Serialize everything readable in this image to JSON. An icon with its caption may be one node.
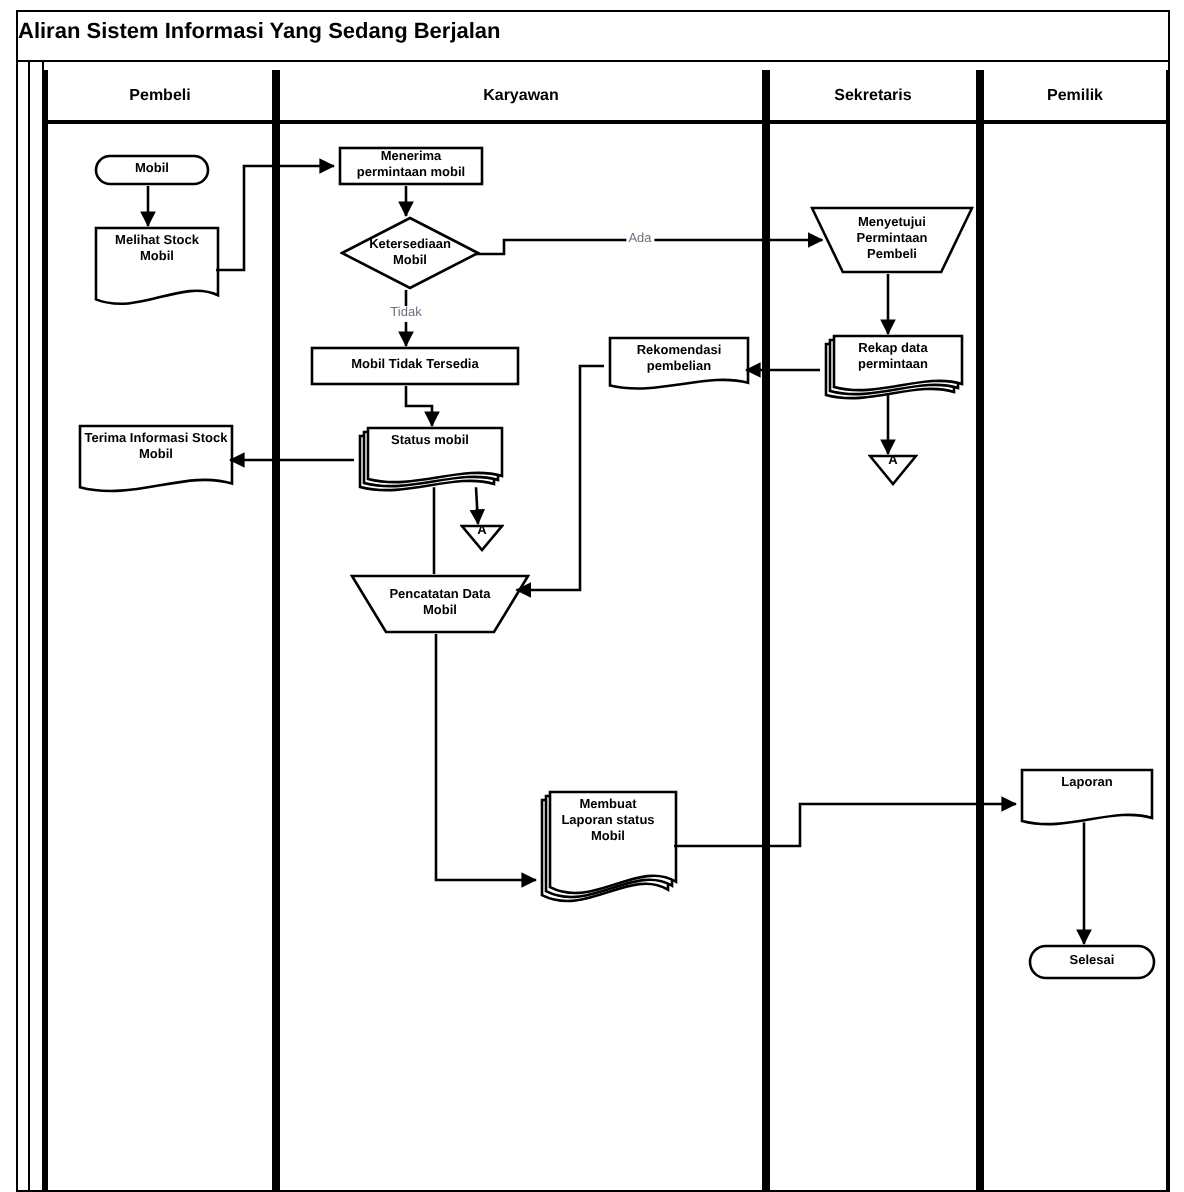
{
  "diagram": {
    "title": "Aliran Sistem Informasi Yang Sedang Berjalan",
    "nodes": [
      {
        "text": [
          "Pembeli"
        ]
      },
      {
        "text": [
          "Karyawan"
        ]
      },
      {
        "text": [
          "Sekretaris"
        ]
      },
      {
        "text": [
          "Pemilik"
        ]
      },
      {
        "text": [
          "Mobil"
        ],
        "in": 0
      },
      {
        "text": [
          "Melihat Stock Mobil"
        ],
        "in": 0
      },
      {
        "text": [
          "Terima Informasi Stock Mobil"
        ],
        "in": 0
      },
      {
        "text": [
          "Menerima permintaan mobil"
        ],
        "in": 1
      },
      {
        "text": [
          "Ketersediaan Mobil"
        ],
        "in": 1
      },
      {
        "text": [
          "Mobil Tidak Tersedia"
        ],
        "in": 1
      },
      {
        "text": [
          "Status mobil"
        ],
        "in": 1
      },
      {
        "text": [
          "A"
        ],
        "in": 1
      },
      {
        "text": [
          "Pencatatan Data Mobil"
        ],
        "in": 1
      },
      {
        "text": [
          "Rekomendasi pembelian"
        ],
        "in": 1
      },
      {
        "text": [
          "Membuat Laporan status Mobil"
        ],
        "in": 1
      },
      {
        "text": [
          "Menyetujui Permintaan Pembeli"
        ],
        "in": 2
      },
      {
        "text": [
          "Rekap data permintaan"
        ],
        "in": 2
      },
      {
        "text": [
          "A"
        ],
        "in": 2
      },
      {
        "text": [
          "Laporan"
        ],
        "in": 3
      },
      {
        "text": [
          "Selesai"
        ],
        "in": 3
      }
    ],
    "edges": [
      {
        "from": 4,
        "to": 5,
        "arrow": "to"
      },
      {
        "from": 5,
        "to": 7,
        "arrow": "to"
      },
      {
        "from": 7,
        "to": 8,
        "arrow": "to"
      },
      {
        "from": 8,
        "to": 15,
        "arrow": "to",
        "label": "Ada"
      },
      {
        "from": 8,
        "to": 9,
        "arrow": "to",
        "label": "Tidak"
      },
      {
        "from": 9,
        "to": 10,
        "arrow": "to"
      },
      {
        "from": 10,
        "to": 6,
        "arrow": "to"
      },
      {
        "from": 10,
        "to": 11,
        "arrow": "to"
      },
      {
        "from": 10,
        "to": 12,
        "arrow": "none"
      },
      {
        "from": 15,
        "to": 16,
        "arrow": "to"
      },
      {
        "from": 16,
        "to": 13,
        "arrow": "to"
      },
      {
        "from": 16,
        "to": 17,
        "arrow": "to"
      },
      {
        "from": 13,
        "to": 12,
        "arrow": "to"
      },
      {
        "from": 12,
        "to": 14,
        "arrow": "to"
      },
      {
        "from": 14,
        "to": 18,
        "arrow": "to"
      },
      {
        "from": 18,
        "to": 19,
        "arrow": "to"
      }
    ]
  }
}
